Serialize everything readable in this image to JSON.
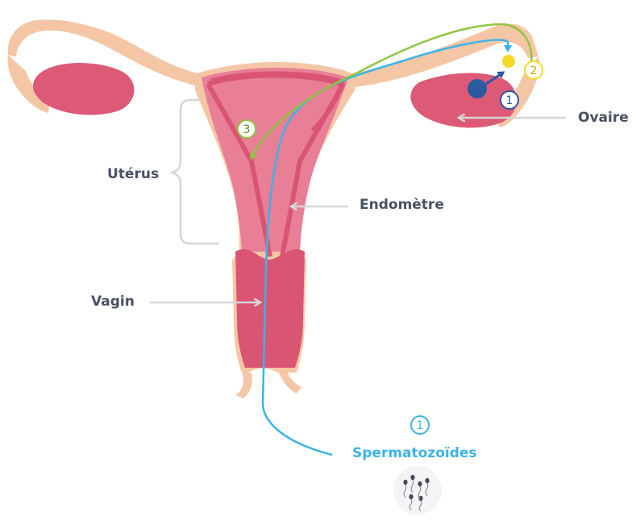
{
  "labels": {
    "ovary": "Ovaire",
    "uterus": "Utérus",
    "endometrium": "Endomètre",
    "vagina": "Vagin",
    "sperm": "Spermatozoïdes"
  },
  "markers": {
    "step1": "1",
    "step2": "2",
    "step3": "3",
    "sperm_step": "1"
  },
  "colors": {
    "tissue_outer": "#f5c6a5",
    "tissue_inner": "#e87f97",
    "tissue_dark": "#d95573",
    "ovary": "#dc5a75",
    "label_text": "#4a4f63",
    "pointer_arrow": "#d6d6d6",
    "sperm_path": "#3cb3e8",
    "ovum_path": "#8dc63f",
    "ovum": "#2c5aa0",
    "fertilized": "#f5d82a",
    "marker_1": "#2c5aa0",
    "marker_2": "#f5d82a",
    "marker_3": "#8dc63f"
  },
  "icons": [
    "sperm-cells-icon"
  ]
}
